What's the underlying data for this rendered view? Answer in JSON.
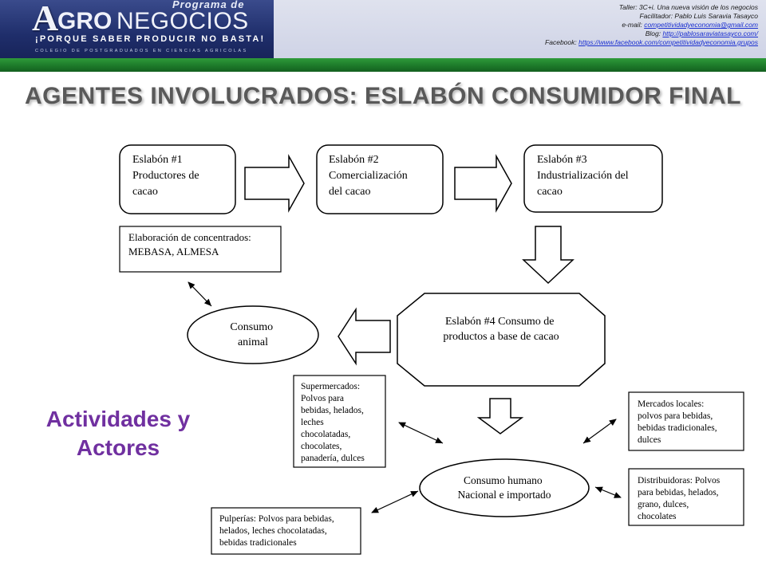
{
  "header": {
    "logo": {
      "programa": "Programa de",
      "name_a": "A",
      "name_gro": "GRO",
      "name_negocios": "NEGOCIOS",
      "slogan": "¡PORQUE SABER PRODUCIR NO BASTA!",
      "colegio": "COLEGIO DE POSTGRADUADOS EN CIENCIAS AGRICOLAS"
    },
    "info": {
      "taller": "Taller: 3C+i. Una nueva visión de los negocios",
      "facilitador": "Facilitador: Pablo Luis Saravia Tasayco",
      "email_label": "e-mail: ",
      "email": "competitividadyeconomia@gmail.com",
      "blog_label": "Blog: ",
      "blog": "http://pablosaraviatasayco.com/",
      "facebook_label": "Facebook: ",
      "facebook": "https://www.facebook.com/competitividadyeconomia.grupos"
    },
    "colors": {
      "logo_bg": "#1f2e6b",
      "banner_green": "#1d7a2a",
      "link": "#1a2fd0"
    }
  },
  "title": "AGENTES INVOLUCRADOS: ESLABÓN CONSUMIDOR FINAL",
  "side_label": {
    "line1": "Actividades y",
    "line2": "Actores",
    "color": "#7030a0"
  },
  "diagram": {
    "eslabon1": [
      "Eslabón #1",
      "Productores de",
      "cacao"
    ],
    "eslabon2": [
      "Eslabón #2",
      "Comercialización",
      "del cacao"
    ],
    "eslabon3": [
      "Eslabón #3",
      "Industrialización del",
      "cacao"
    ],
    "elaboracion": [
      "Elaboración de concentrados:",
      "MEBASA, ALMESA"
    ],
    "eslabon4": [
      "Eslabón #4 Consumo de",
      "productos a base de cacao"
    ],
    "consumo_animal": [
      "Consumo",
      "animal"
    ],
    "supermercados": [
      "Supermercados:",
      "Polvos para",
      "bebidas, helados,",
      "leches",
      "chocolatadas,",
      "chocolates,",
      "panadería, dulces"
    ],
    "mercados_locales": [
      "Mercados locales:",
      "polvos para bebidas,",
      "bebidas tradicionales,",
      "dulces"
    ],
    "consumo_humano": [
      "Consumo humano",
      "Nacional e importado"
    ],
    "distribuidoras": [
      "Distribuidoras: Polvos",
      "para bebidas, helados,",
      "grano, dulces,",
      "chocolates"
    ],
    "pulperias": [
      "Pulperías: Polvos para bebidas,",
      "helados, leches chocolatadas,",
      "bebidas tradicionales"
    ]
  }
}
